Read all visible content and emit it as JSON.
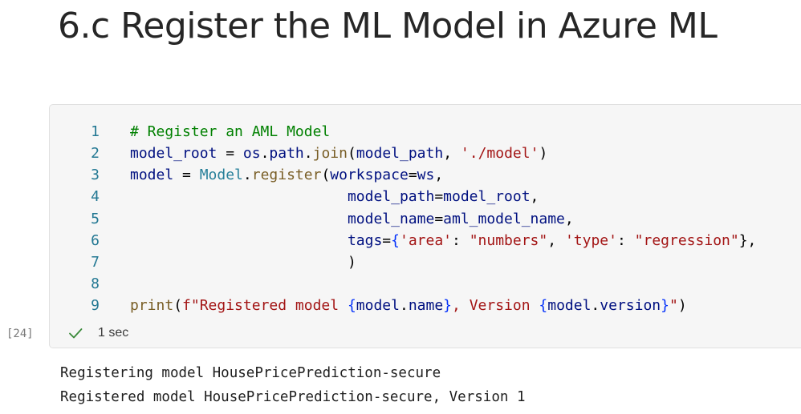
{
  "heading": "6.c Register the ML Model in Azure ML",
  "cell": {
    "execution_count": "[24]",
    "duration": "1 sec",
    "status_icon": "check-icon",
    "line_numbers": [
      "1",
      "2",
      "3",
      "4",
      "5",
      "6",
      "7",
      "8",
      "9"
    ],
    "lines": [
      [
        {
          "t": "# Register an AML Model",
          "c": "cm"
        }
      ],
      [
        {
          "t": "model_root",
          "c": "var"
        },
        {
          "t": " = ",
          "c": ""
        },
        {
          "t": "os",
          "c": "var"
        },
        {
          "t": ".",
          "c": ""
        },
        {
          "t": "path",
          "c": "var"
        },
        {
          "t": ".",
          "c": ""
        },
        {
          "t": "join",
          "c": "kw-fn"
        },
        {
          "t": "(",
          "c": ""
        },
        {
          "t": "model_path",
          "c": "var"
        },
        {
          "t": ", ",
          "c": ""
        },
        {
          "t": "'./model'",
          "c": "str"
        },
        {
          "t": ")",
          "c": ""
        }
      ],
      [
        {
          "t": "model",
          "c": "var"
        },
        {
          "t": " = ",
          "c": ""
        },
        {
          "t": "Model",
          "c": "cls"
        },
        {
          "t": ".",
          "c": ""
        },
        {
          "t": "register",
          "c": "kw-fn"
        },
        {
          "t": "(",
          "c": ""
        },
        {
          "t": "workspace",
          "c": "var"
        },
        {
          "t": "=",
          "c": ""
        },
        {
          "t": "ws",
          "c": "var"
        },
        {
          "t": ",",
          "c": ""
        }
      ],
      [
        {
          "t": "                         ",
          "c": ""
        },
        {
          "t": "model_path",
          "c": "var"
        },
        {
          "t": "=",
          "c": ""
        },
        {
          "t": "model_root",
          "c": "var"
        },
        {
          "t": ",",
          "c": ""
        }
      ],
      [
        {
          "t": "                         ",
          "c": ""
        },
        {
          "t": "model_name",
          "c": "var"
        },
        {
          "t": "=",
          "c": ""
        },
        {
          "t": "aml_model_name",
          "c": "var"
        },
        {
          "t": ",",
          "c": ""
        }
      ],
      [
        {
          "t": "                         ",
          "c": ""
        },
        {
          "t": "tags",
          "c": "var"
        },
        {
          "t": "=",
          "c": ""
        },
        {
          "t": "{",
          "c": "brace"
        },
        {
          "t": "'area'",
          "c": "str"
        },
        {
          "t": ": ",
          "c": ""
        },
        {
          "t": "\"numbers\"",
          "c": "str"
        },
        {
          "t": ", ",
          "c": ""
        },
        {
          "t": "'type'",
          "c": "str"
        },
        {
          "t": ": ",
          "c": ""
        },
        {
          "t": "\"regression\"",
          "c": "str"
        },
        {
          "t": "},",
          "c": ""
        }
      ],
      [
        {
          "t": "                         ",
          "c": ""
        },
        {
          "t": ")",
          "c": ""
        }
      ],
      [],
      [
        {
          "t": "print",
          "c": "kw-fn"
        },
        {
          "t": "(",
          "c": ""
        },
        {
          "t": "f\"Registered model ",
          "c": "str"
        },
        {
          "t": "{",
          "c": "brace"
        },
        {
          "t": "model",
          "c": "var"
        },
        {
          "t": ".",
          "c": ""
        },
        {
          "t": "name",
          "c": "var"
        },
        {
          "t": "}",
          "c": "brace"
        },
        {
          "t": ", Version ",
          "c": "str"
        },
        {
          "t": "{",
          "c": "brace"
        },
        {
          "t": "model",
          "c": "var"
        },
        {
          "t": ".",
          "c": ""
        },
        {
          "t": "version",
          "c": "var"
        },
        {
          "t": "}",
          "c": "brace"
        },
        {
          "t": "\"",
          "c": "str"
        },
        {
          "t": ")",
          "c": ""
        }
      ]
    ]
  },
  "output": [
    "Registering model HousePricePrediction-secure",
    "Registered model HousePricePrediction-secure, Version 1"
  ],
  "colors": {
    "check": "#3a8a3a",
    "line_number": "#237893",
    "comment": "#008000",
    "string": "#a31515",
    "variable": "#001080",
    "class": "#267f99",
    "function": "#795e26"
  }
}
